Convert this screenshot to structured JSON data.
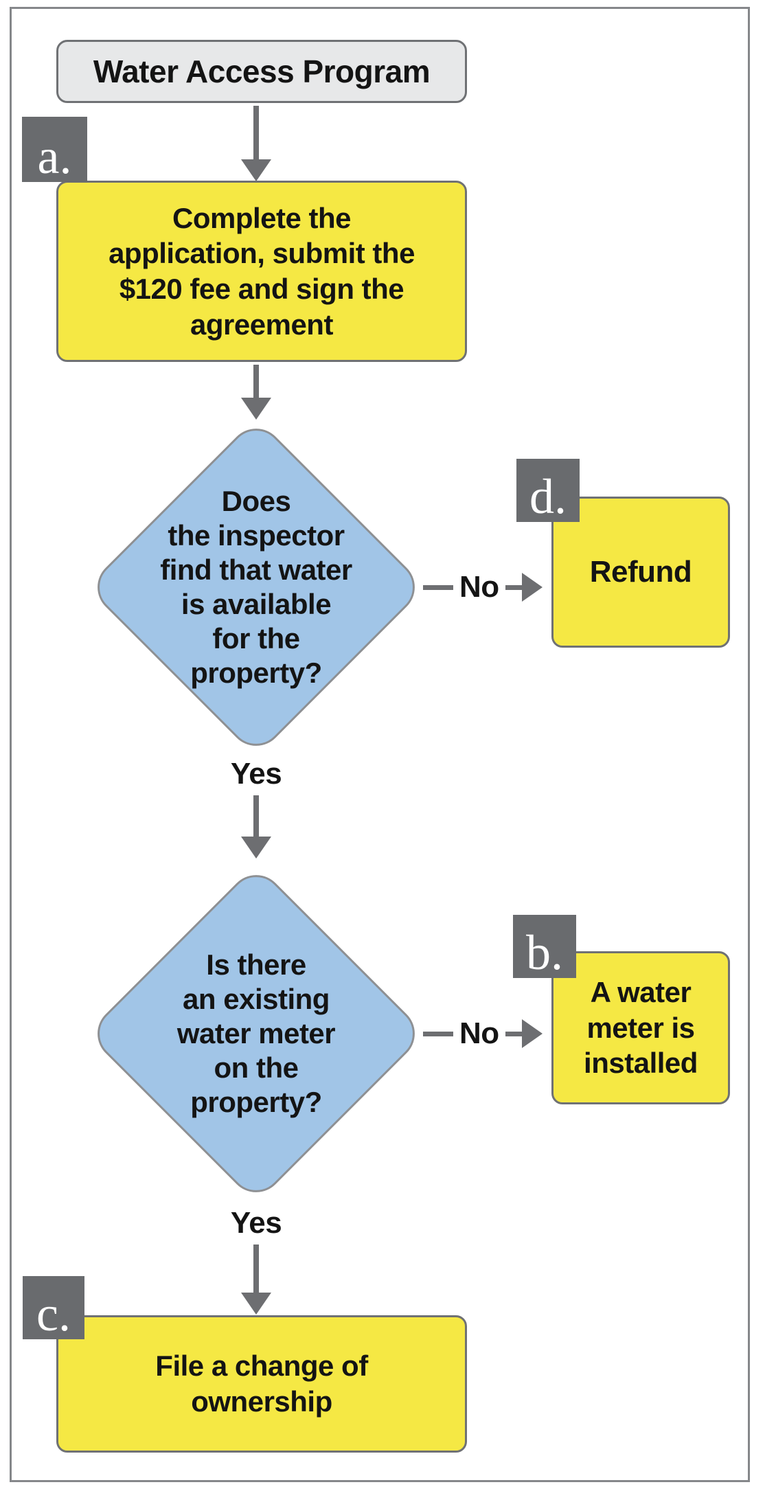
{
  "palette": {
    "yellow": "#F5E844",
    "blue": "#A1C5E7",
    "tag_gray": "#696B6E",
    "arrow_gray": "#6D6E71",
    "title_fill": "#E7E8E9",
    "box_border": "#6F7174",
    "diamond_border": "#8E9093",
    "frame_border": "#85878A",
    "text": "#141414"
  },
  "title": {
    "label": "Water Access Program"
  },
  "steps": {
    "a": {
      "tag": "a.",
      "lines": [
        "Complete the",
        "application, submit the",
        "$120 fee and sign the",
        "agreement"
      ]
    },
    "b": {
      "tag": "b.",
      "lines": [
        "A water",
        "meter is",
        "installed"
      ]
    },
    "c": {
      "tag": "c.",
      "lines": [
        "File a change of",
        "ownership"
      ]
    },
    "d": {
      "tag": "d.",
      "lines": [
        "Refund"
      ]
    }
  },
  "decisions": {
    "water_available": {
      "lines": [
        "Does",
        "the inspector",
        "find that water",
        "is available",
        "for the",
        "property?"
      ]
    },
    "existing_meter": {
      "lines": [
        "Is there",
        "an existing",
        "water meter",
        "on the",
        "property?"
      ]
    }
  },
  "edge_labels": {
    "no1": "No",
    "yes1": "Yes",
    "no2": "No",
    "yes2": "Yes"
  }
}
